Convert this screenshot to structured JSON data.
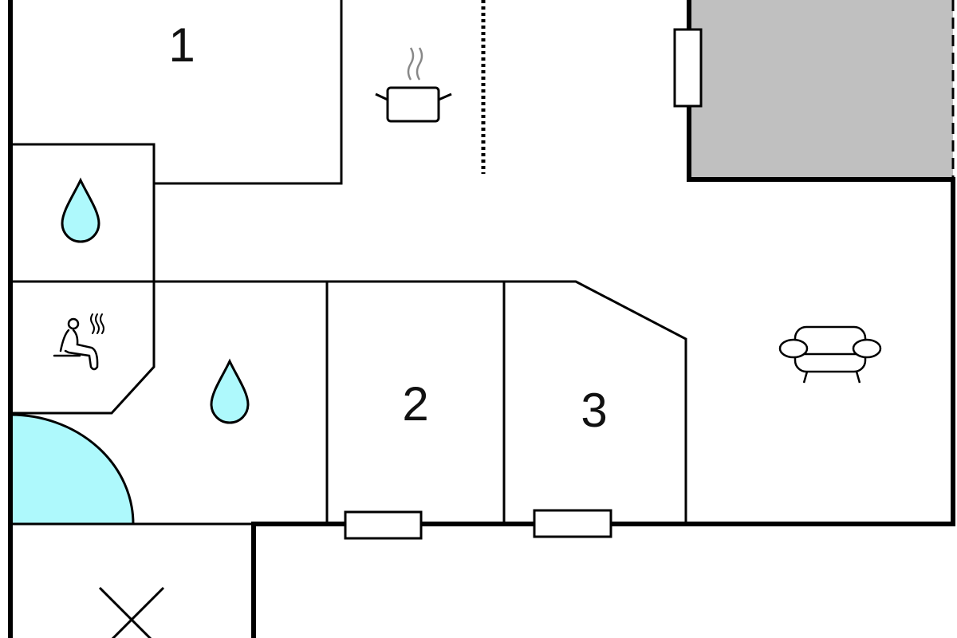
{
  "floor_plan": {
    "rooms": [
      {
        "label": "1",
        "type": "bedroom"
      },
      {
        "label": "2",
        "type": "bedroom"
      },
      {
        "label": "3",
        "type": "bedroom"
      }
    ],
    "icons": [
      "kitchen-pot-icon",
      "water-drop-icon",
      "sauna-icon",
      "sofa-icon",
      "cross-icon"
    ],
    "colors": {
      "wall": "#000000",
      "water": "#aef9fc",
      "terrace": "#c0c0c0",
      "background": "#ffffff"
    }
  }
}
